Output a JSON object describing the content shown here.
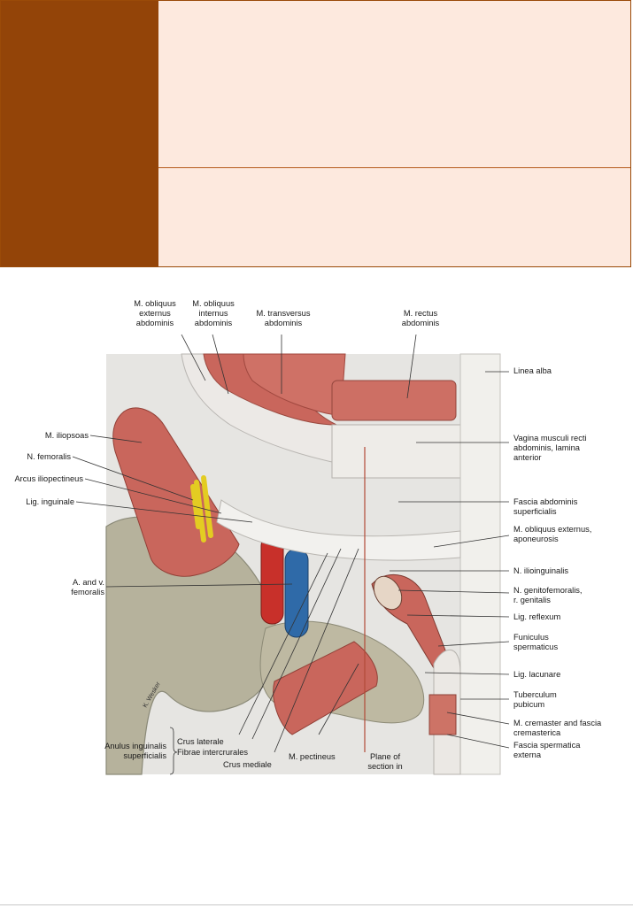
{
  "figure": {
    "labels_top": {
      "obl_ext": "M. obliquus\nexternus\nabdominis",
      "obl_int": "M. obliquus\ninternus\nabdominis",
      "transversus": "M. transversus\nabdominis",
      "rectus": "M. rectus\nabdominis"
    },
    "labels_left": {
      "iliopsoas": "M. iliopsoas",
      "femoralis_n": "N. femoralis",
      "arcus": "Arcus iliopectineus",
      "inguinale": "Lig. inguinale",
      "femoral_vessels": "A. and v.\nfemoralis",
      "anulus": "Anulus inguinalis\nsuperficialis"
    },
    "labels_bottom": {
      "crus_lat": "Crus laterale",
      "fibrae": "Fibrae intercrurales",
      "crus_med": "Crus mediale",
      "pectineus": "M. pectineus",
      "plane": "Plane of\nsection in"
    },
    "labels_right": {
      "linea_alba": "Linea alba",
      "vagina": "Vagina musculi recti\nabdominis, lamina\nanterior",
      "fascia_sup": "Fascia abdominis\nsuperficialis",
      "obl_ext_apo": "M. obliquus externus,\naponeurosis",
      "ilioinguinalis": "N. ilioinguinalis",
      "genitofemoralis": "N. genitofemoralis,\nr. genitalis",
      "reflexum": "Lig. reflexum",
      "funiculus": "Funiculus\nspermaticus",
      "lacunare": "Lig. lacunare",
      "tuberculum": "Tuberculum\npubicum",
      "cremaster": "M. cremaster and fascia\ncremasterica",
      "fascia_sperm": "Fascia spermatica\nexterna"
    },
    "signature": "K. Wesker",
    "colors": {
      "header_dark": "#934408",
      "header_light": "#fde9de",
      "muscle": "#c8675e",
      "artery": "#c8302a",
      "vein": "#2f6aa8",
      "nerve": "#e8d22a",
      "bone": "#b8b4a0",
      "fascia": "#e9e8e4"
    }
  }
}
